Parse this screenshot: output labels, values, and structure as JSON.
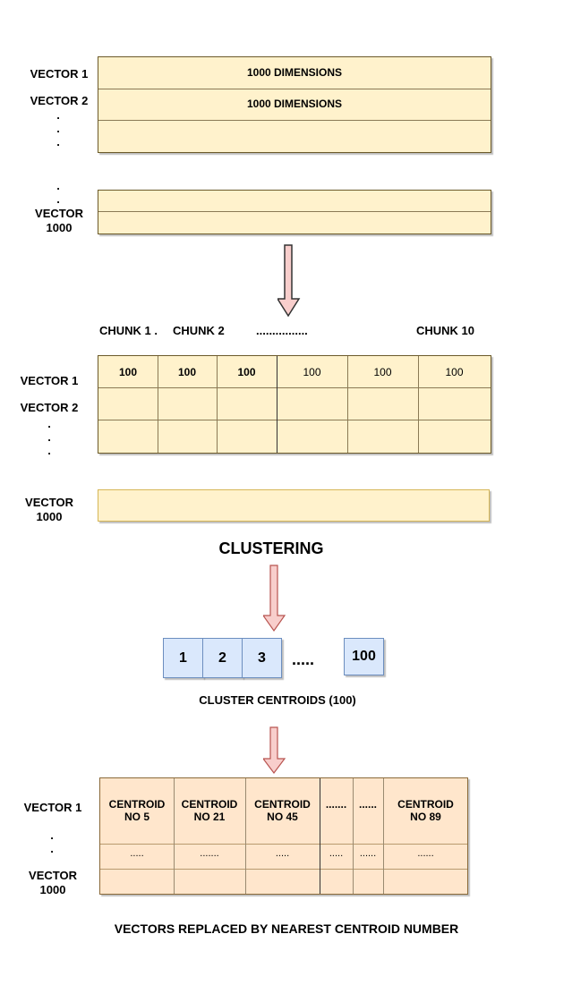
{
  "section1": {
    "row_labels": [
      "VECTOR 1",
      "VECTOR 2"
    ],
    "last_label_line1": "VECTOR",
    "last_label_line2": "1000",
    "cells": [
      "1000 DIMENSIONS",
      "1000 DIMENSIONS"
    ]
  },
  "section2": {
    "chunk_labels": [
      "CHUNK 1 .",
      "CHUNK 2",
      "................",
      "CHUNK 10"
    ],
    "row_labels": [
      "VECTOR 1",
      "VECTOR 2"
    ],
    "last_label_line1": "VECTOR",
    "last_label_line2": "1000",
    "cells": [
      "100",
      "100",
      "100",
      "100",
      "100",
      "100"
    ]
  },
  "clustering_title": "CLUSTERING",
  "centroids": {
    "boxes": [
      "1",
      "2",
      "3"
    ],
    "ellipsis": ".....",
    "last_box": "100",
    "caption": "CLUSTER CENTROIDS  (100)"
  },
  "section3": {
    "row_label_1": "VECTOR 1",
    "last_label_line1": "VECTOR",
    "last_label_line2": "1000",
    "cells": [
      {
        "line1": "CENTROID",
        "line2": "NO 5"
      },
      {
        "line1": "CENTROID",
        "line2": "NO 21"
      },
      {
        "line1": "CENTROID",
        "line2": "NO 45"
      },
      {
        "line1": ".......",
        "line2": ""
      },
      {
        "line1": "......",
        "line2": ""
      },
      {
        "line1": "CENTROID",
        "line2": "NO 89"
      }
    ],
    "row2_dots": [
      ".....",
      ".......",
      ".....",
      ".....",
      "......",
      "......"
    ]
  },
  "footer_caption": "VECTORS REPLACED BY NEAREST CENTROID NUMBER",
  "colors": {
    "yellow_fill": "#fff2cc",
    "blue_fill": "#dae8fc",
    "orange_fill": "#ffe6cc",
    "arrow_fill": "#f8cecc",
    "arrow_stroke": "#b85450"
  }
}
